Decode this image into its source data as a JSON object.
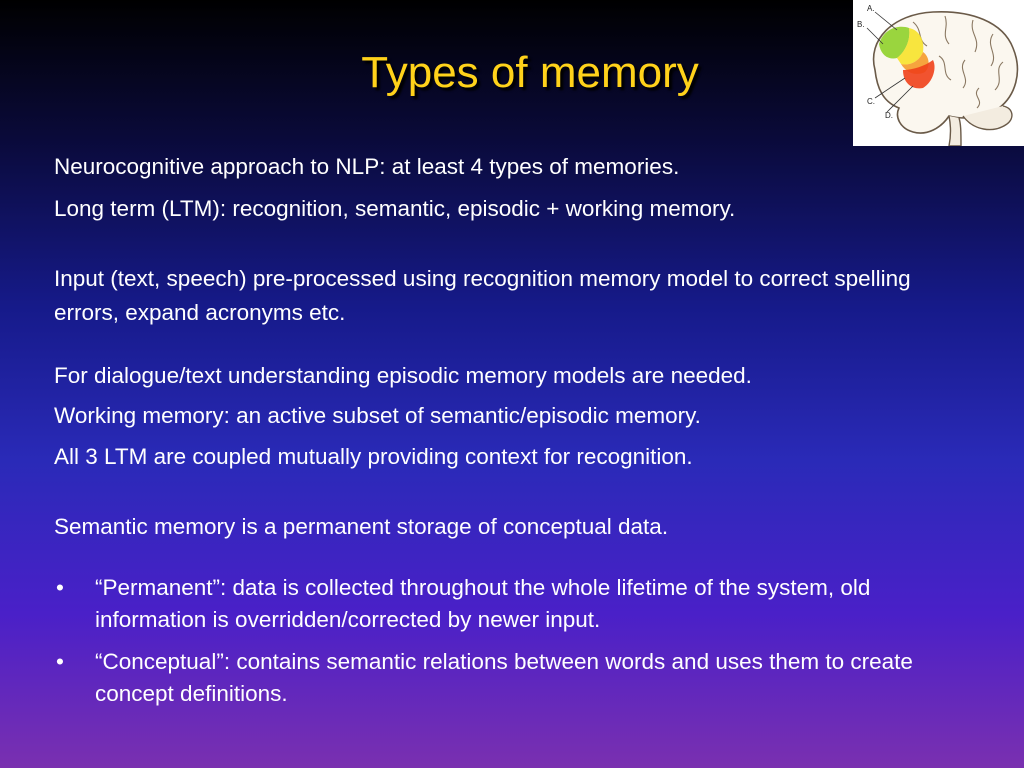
{
  "slide": {
    "title": "Types of memory",
    "lines": [
      "Neurocognitive approach to NLP: at least 4 types of memories.",
      "Long term (LTM): recognition, semantic, episodic + working memory."
    ],
    "input_paragraph": "Input (text, speech) pre-processed using recognition memory model to correct spelling errors, expand acronyms etc.",
    "middle_lines": [
      "For dialogue/text understanding episodic memory models are needed.",
      "Working memory: an active subset of semantic/episodic memory.",
      "All 3 LTM are coupled mutually providing context for recognition."
    ],
    "semantic_line": "Semantic memory is a permanent storage of conceptual data.",
    "bullet_symbol": "•",
    "bullets": [
      "“Permanent”: data is collected throughout the whole lifetime of the system, old information is overridden/corrected by newer input.",
      "“Conceptual”: contains semantic relations between words and uses them to create concept definitions."
    ],
    "brain_labels": [
      "A.",
      "B.",
      "C.",
      "D."
    ]
  },
  "colors": {
    "title": "#ffd21a",
    "text": "#ffffff",
    "region_green": "#8fd02a",
    "region_yellow": "#f7e22a",
    "region_orange": "#f59a2a",
    "region_red": "#f0401a"
  }
}
